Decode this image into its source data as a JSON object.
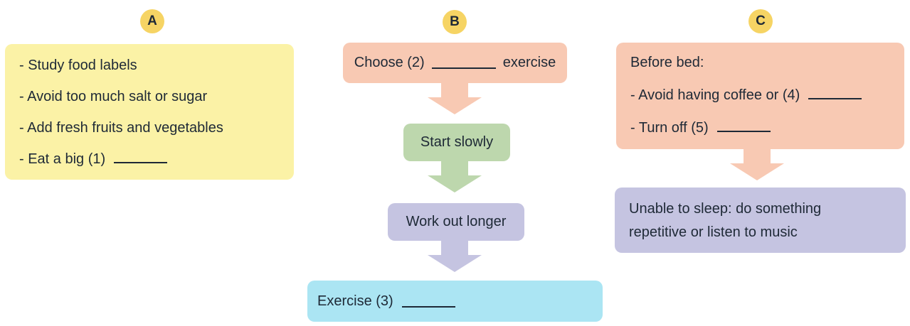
{
  "palette": {
    "page_background": "#ffffff",
    "badge_fill": "#F6D464",
    "yellow_box": "#FBF2A6",
    "salmon": "#F8C9B3",
    "green": "#BDD7AD",
    "purple": "#C5C4E1",
    "cyan": "#ABE5F3",
    "ink": "#1E2936"
  },
  "section_a": {
    "badge_label": "A",
    "lines": [
      {
        "text": "- Study food labels",
        "has_blank": false
      },
      {
        "text": "- Avoid too much salt or sugar",
        "has_blank": false
      },
      {
        "text": "- Add fresh fruits and vegetables",
        "has_blank": false
      },
      {
        "text": "- Eat a big (1)",
        "has_blank": true
      }
    ]
  },
  "section_b": {
    "badge_label": "B",
    "flow": {
      "step1": {
        "text_before": "Choose (2)",
        "has_blank": true,
        "text_after": "exercise"
      },
      "step2": {
        "text": "Start slowly"
      },
      "step3": {
        "text": "Work out longer"
      },
      "step4": {
        "text": "Exercise (3)",
        "has_blank": true
      }
    }
  },
  "section_c": {
    "badge_label": "C",
    "top_box": {
      "heading": "Before bed:",
      "lines": [
        {
          "text": "- Avoid having coffee or (4)",
          "has_blank": true
        },
        {
          "text": "- Turn off (5)",
          "has_blank": true
        }
      ]
    },
    "bottom_box": {
      "text": "Unable to sleep: do something repetitive or listen to music"
    }
  }
}
